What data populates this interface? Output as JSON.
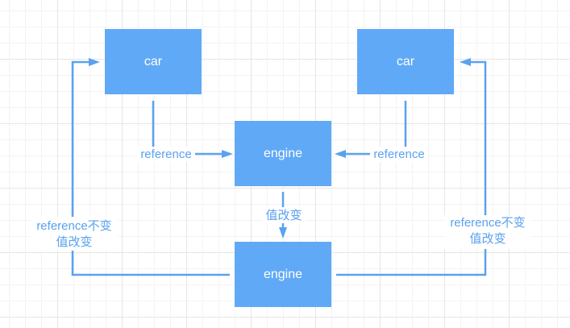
{
  "nodes": {
    "car_left": "car",
    "car_right": "car",
    "engine_top": "engine",
    "engine_bottom": "engine"
  },
  "labels": {
    "reference_left": "reference",
    "reference_right": "reference",
    "value_change_middle": "值改变",
    "left_line1": "reference不变",
    "left_line2": "值改变",
    "right_line1": "reference不变",
    "right_line2": "值改变"
  },
  "colors": {
    "node_fill": "#60a9f6",
    "edge": "#5aa2ee",
    "label_text": "#5aa2ee",
    "node_text": "#ffffff"
  }
}
